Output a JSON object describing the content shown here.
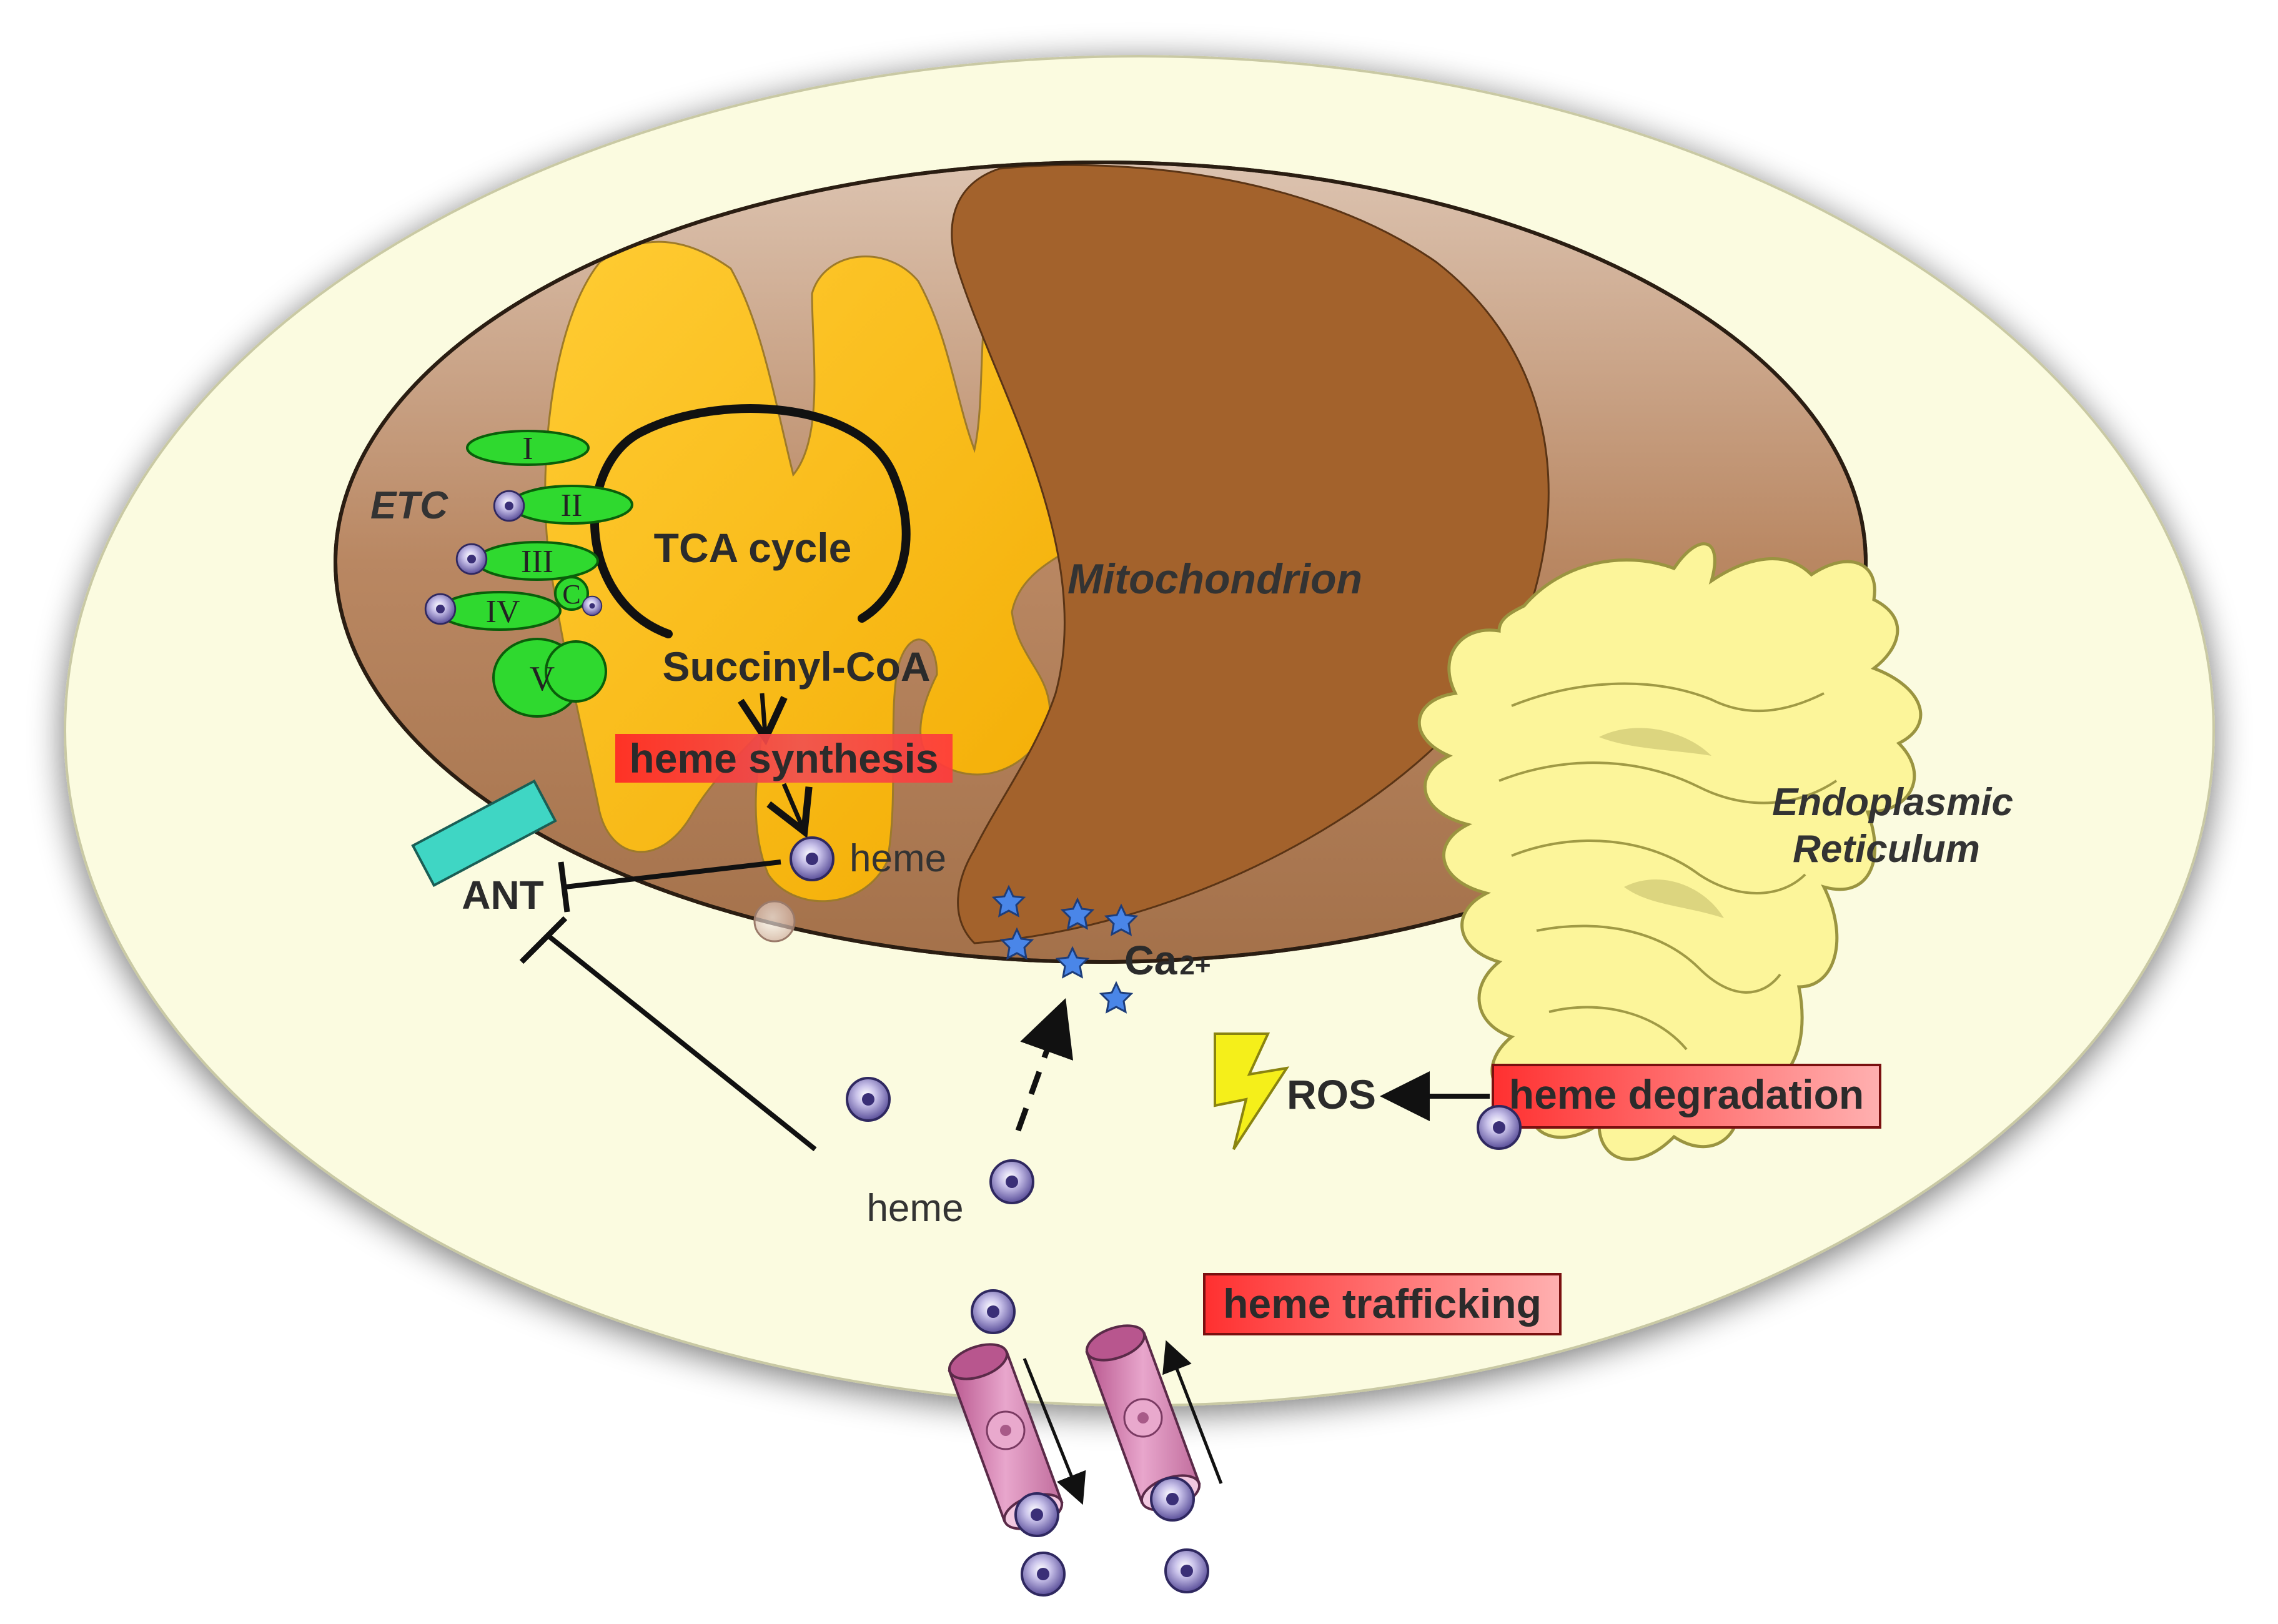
{
  "labels": {
    "etc": "ETC",
    "tca_cycle": "TCA cycle",
    "mitochondrion": "Mitochondrion",
    "succinyl_coa": "Succinyl-CoA",
    "heme_synthesis": "heme synthesis",
    "heme_mito": "heme",
    "ant": "ANT",
    "ca_base": "Ca",
    "ca_charge": "2+",
    "endoplasmic": "Endoplasmic",
    "reticulum": "Reticulum",
    "ros": "ROS",
    "heme_degradation": "heme degradation",
    "heme_cytosol": "heme",
    "heme_trafficking": "heme trafficking"
  },
  "etc_complexes": [
    "I",
    "II",
    "III",
    "IV",
    "V"
  ],
  "cytochrome_c": "C",
  "colors": {
    "cell": "#fbfbe0",
    "mito_outer": "#a8754f",
    "mito_matrix": "#a3622c",
    "cristae": "#ffc21a",
    "etc_green": "#2fd92f",
    "ant_teal": "#3fd6c4",
    "er_yellow": "#fcf59a",
    "ros_bolt": "#f5ef1a",
    "highlight_red": "#ef1a1a",
    "transporter": "#d985b8",
    "heme_purple": "#6a5ba8",
    "calcium_star": "#4a86e8"
  }
}
